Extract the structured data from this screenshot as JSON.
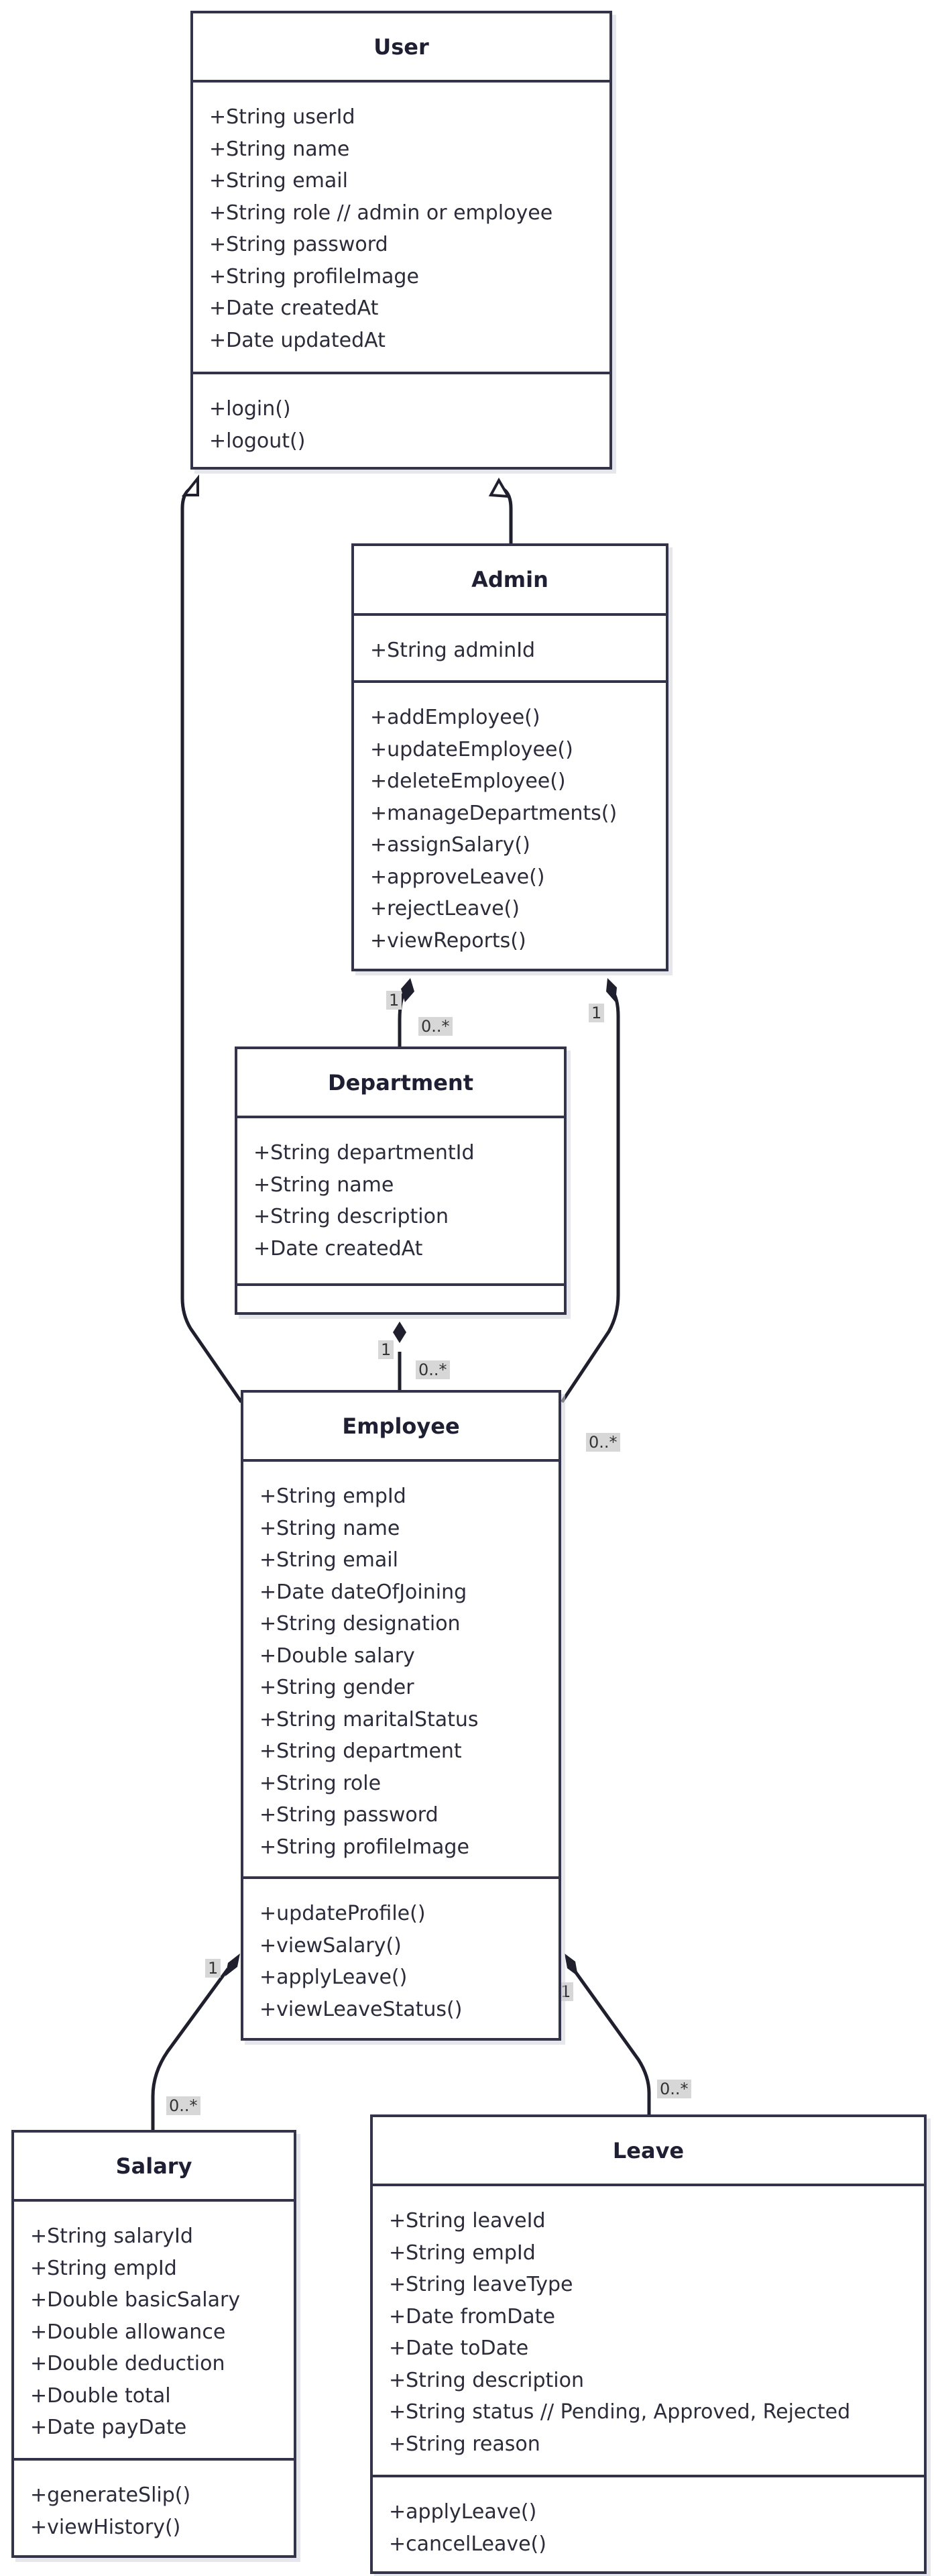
{
  "classes": {
    "user": {
      "name": "User",
      "attributes": [
        "+String userId",
        "+String name",
        "+String email",
        "+String role // admin or employee",
        "+String password",
        "+String profileImage",
        "+Date createdAt",
        "+Date updatedAt"
      ],
      "methods": [
        "+login()",
        "+logout()"
      ]
    },
    "admin": {
      "name": "Admin",
      "attributes": [
        "+String adminId"
      ],
      "methods": [
        "+addEmployee()",
        "+updateEmployee()",
        "+deleteEmployee()",
        "+manageDepartments()",
        "+assignSalary()",
        "+approveLeave()",
        "+rejectLeave()",
        "+viewReports()"
      ]
    },
    "department": {
      "name": "Department",
      "attributes": [
        "+String departmentId",
        "+String name",
        "+String description",
        "+Date createdAt"
      ],
      "methods": []
    },
    "employee": {
      "name": "Employee",
      "attributes": [
        "+String empId",
        "+String name",
        "+String email",
        "+Date dateOfJoining",
        "+String designation",
        "+Double salary",
        "+String gender",
        "+String maritalStatus",
        "+String department",
        "+String role",
        "+String password",
        "+String profileImage"
      ],
      "methods": [
        "+updateProfile()",
        "+viewSalary()",
        "+applyLeave()",
        "+viewLeaveStatus()"
      ]
    },
    "salary": {
      "name": "Salary",
      "attributes": [
        "+String salaryId",
        "+String empId",
        "+Double basicSalary",
        "+Double allowance",
        "+Double deduction",
        "+Double total",
        "+Date payDate"
      ],
      "methods": [
        "+generateSlip()",
        "+viewHistory()"
      ]
    },
    "leave": {
      "name": "Leave",
      "attributes": [
        "+String leaveId",
        "+String empId",
        "+String leaveType",
        "+Date fromDate",
        "+Date toDate",
        "+String description",
        "+String status // Pending, Approved, Rejected",
        "+String reason"
      ],
      "methods": [
        "+applyLeave()",
        "+cancelLeave()"
      ]
    }
  },
  "relations": {
    "admin_department": {
      "source_multiplicity": "1",
      "target_multiplicity": "0..*"
    },
    "admin_employee": {
      "source_multiplicity": "1",
      "target_multiplicity": "0..*"
    },
    "department_employee": {
      "source_multiplicity": "1",
      "target_multiplicity": "0..*"
    },
    "employee_salary": {
      "source_multiplicity": "1",
      "target_multiplicity": "0..*"
    },
    "employee_leave": {
      "source_multiplicity": "1",
      "target_multiplicity": "0..*"
    }
  },
  "colors": {
    "line": "#1f1f2e",
    "border": "#33334a",
    "label_bg": "#d7d7d7"
  }
}
